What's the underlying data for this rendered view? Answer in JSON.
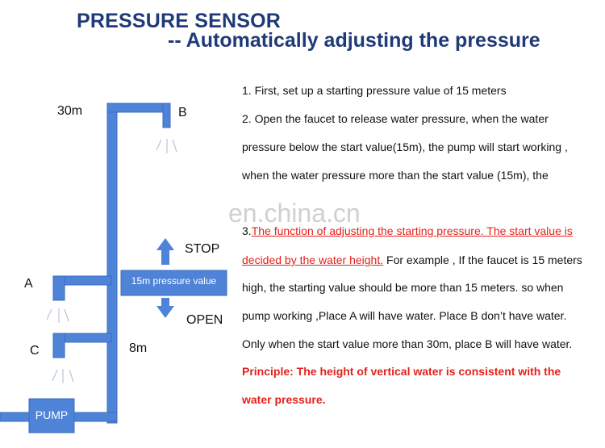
{
  "title": {
    "line1": "PRESSURE SENSOR",
    "line2": "-- Automatically adjusting the pressure"
  },
  "diagram": {
    "label_30m": "30m",
    "label_8m": "8m",
    "label_a": "A",
    "label_b": "B",
    "label_c": "C",
    "pump_label": "PUMP",
    "pressure_value_label": "15m pressure value",
    "stop_label": "STOP",
    "open_label": "OPEN",
    "pipe_color": "#4e83d8",
    "pipe_border": "#3a6cc0"
  },
  "text": {
    "line1": "1. First, set up a starting pressure value of 15 meters",
    "line2": "2. Open the faucet to release water pressure, when the water",
    "line3": "pressure below the start value(15m), the pump will start working ,",
    "line4": "when the water pressure more than the start value (15m), the",
    "line5_prefix": "3.",
    "line5_red": "The function of adjusting the starting pressure. The start value is",
    "line6_red": "decided by the water height.",
    "line6_rest": " For example , If the faucet is 15 meters",
    "line7": "high, the starting value should be more than 15 meters. so when",
    "line8": "pump working ,Place A will have water. Place B don’t have water.",
    "line9": "Only when the start value more than 30m, place B will have water.",
    "principle1": "Principle: The height of vertical water is consistent with the",
    "principle2": "water pressure."
  },
  "watermark": "en.china.cn"
}
